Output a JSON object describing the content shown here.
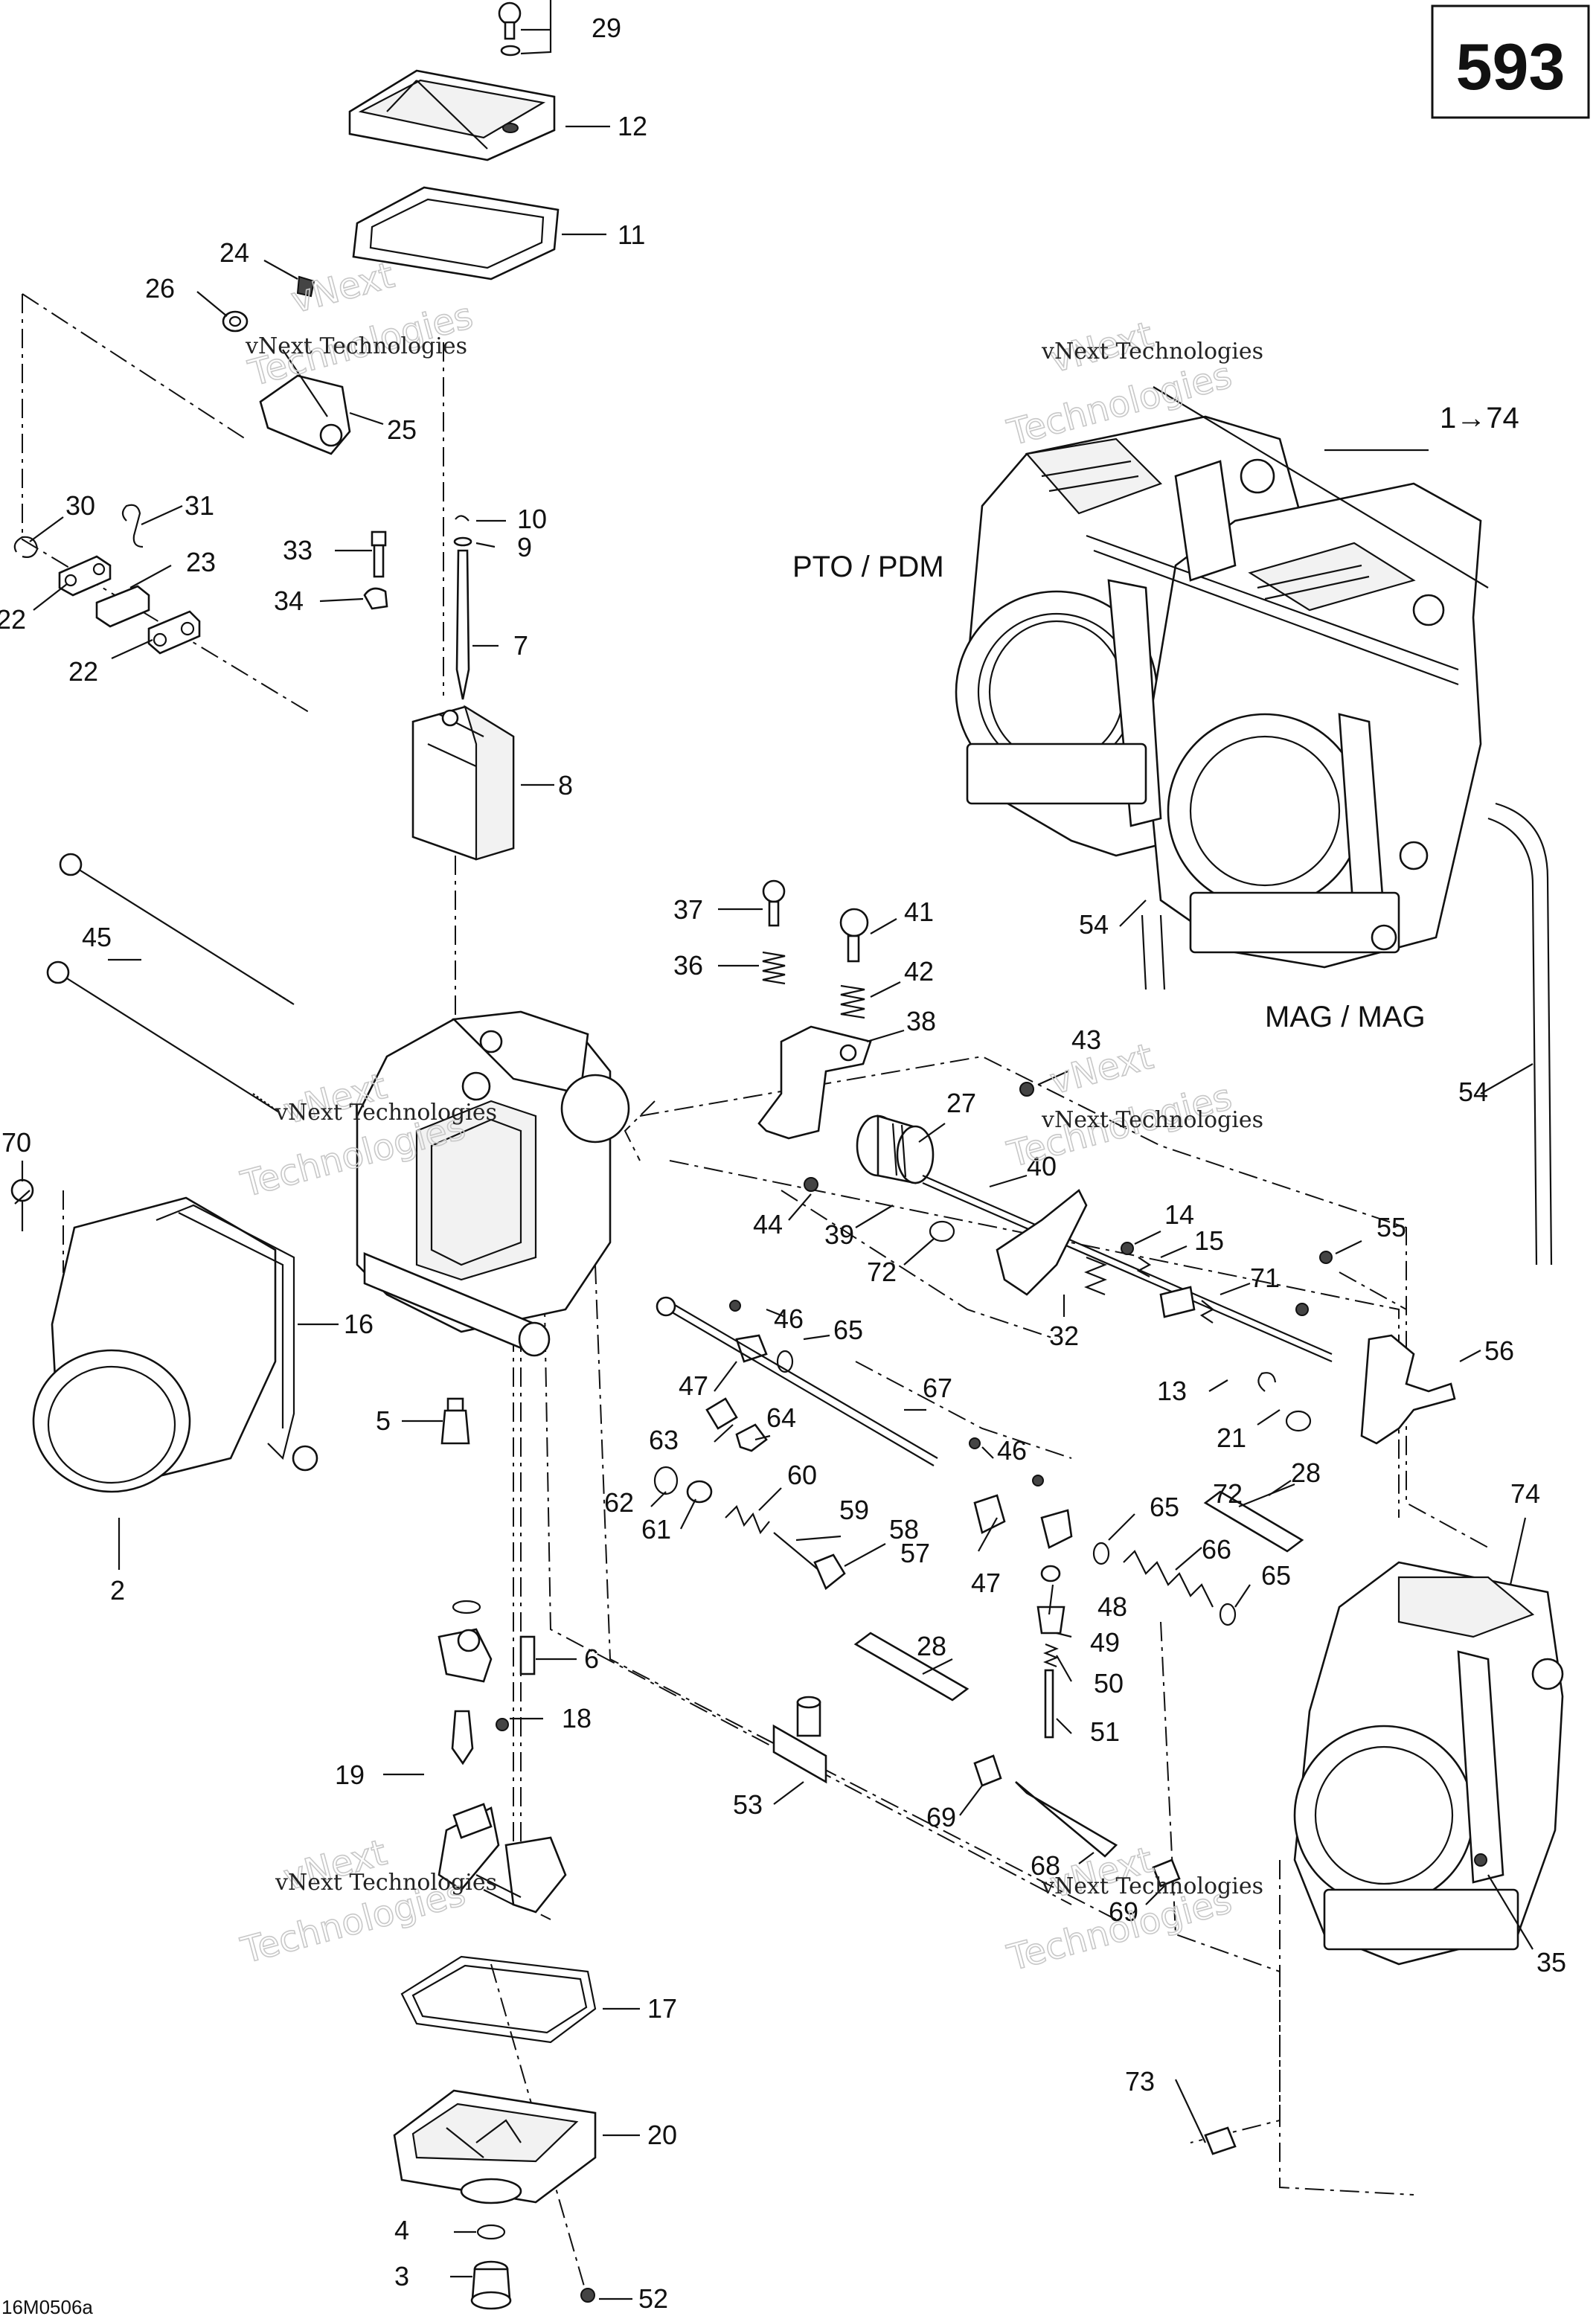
{
  "page_number": "593",
  "drawing_code": "16M0506a",
  "labels": {
    "assembly_range": "1→74",
    "pto_pdm": "PTO / PDM",
    "mag_mag": "MAG / MAG"
  },
  "watermark": {
    "small": "vNext Technologies",
    "large": "vNext Technologies",
    "large_part_a": "vNext",
    "large_part_b": "Technologies"
  },
  "callouts": [
    "29",
    "12",
    "11",
    "24",
    "26",
    "25",
    "30",
    "31",
    "23",
    "22",
    "22",
    "33",
    "34",
    "10",
    "9",
    "7",
    "8",
    "45",
    "70",
    "16",
    "2",
    "5",
    "19",
    "6",
    "18",
    "17",
    "20",
    "4",
    "3",
    "52",
    "37",
    "41",
    "36",
    "42",
    "38",
    "43",
    "27",
    "40",
    "44",
    "39",
    "72",
    "14",
    "15",
    "71",
    "32",
    "55",
    "56",
    "13",
    "21",
    "72",
    "28",
    "46",
    "65",
    "47",
    "63",
    "64",
    "67",
    "62",
    "60",
    "61",
    "59",
    "58",
    "46",
    "57",
    "47",
    "65",
    "66",
    "65",
    "48",
    "49",
    "50",
    "51",
    "28",
    "53",
    "69",
    "68",
    "69",
    "74",
    "35",
    "73",
    "54",
    "54"
  ]
}
